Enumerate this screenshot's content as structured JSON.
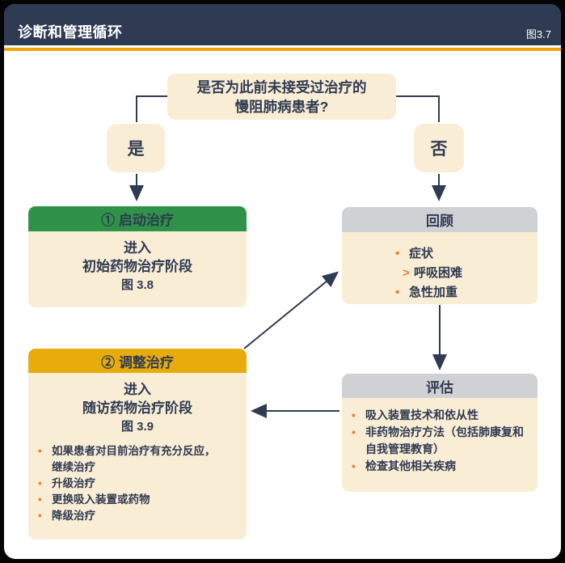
{
  "header": {
    "title": "诊断和管理循环",
    "figure_label": "图3.7"
  },
  "question": {
    "line1": "是否为此前未接受过治疗的",
    "line2": "慢阻肺病患者?"
  },
  "branches": {
    "yes_label": "是",
    "no_label": "否"
  },
  "glyphs": {
    "bullet": "•",
    "sub_arrow": ">"
  },
  "boxes": {
    "initiate": {
      "header": "① 启动治疗",
      "line1": "进入",
      "line2": "初始药物治疗阶段",
      "figure_ref": "图 3.8"
    },
    "review": {
      "header": "回顾",
      "items": [
        {
          "marker": "bullet",
          "text": "症状"
        },
        {
          "marker": "sub",
          "text": "呼吸困难"
        },
        {
          "marker": "bullet",
          "text": "急性加重"
        }
      ]
    },
    "assess": {
      "header": "评估",
      "items": [
        {
          "marker": "bullet",
          "text": "吸入装置技术和依从性"
        },
        {
          "marker": "bullet",
          "text": "非药物治疗方法（包括肺康复和自我管理教育）"
        },
        {
          "marker": "bullet",
          "text": "检查其他相关疾病"
        }
      ]
    },
    "adjust": {
      "header": "② 调整治疗",
      "line1": "进入",
      "line2": "随访药物治疗阶段",
      "figure_ref": "图 3.9",
      "items": [
        {
          "marker": "bullet",
          "text": "如果患者对目前治疗有充分反应，继续治疗"
        },
        {
          "marker": "bullet",
          "text": "升级治疗"
        },
        {
          "marker": "bullet",
          "text": "更换吸入装置或药物"
        },
        {
          "marker": "bullet",
          "text": "降级治疗"
        }
      ]
    }
  },
  "colors": {
    "navy": "#2F3B52",
    "gold_header": "#E7AC0B",
    "gold_line": "#F0A504",
    "green_header": "#2E9348",
    "gray_header": "#D0D1D5",
    "beige": "#FAEDD5",
    "bullet_orange": "#ED7D31"
  }
}
